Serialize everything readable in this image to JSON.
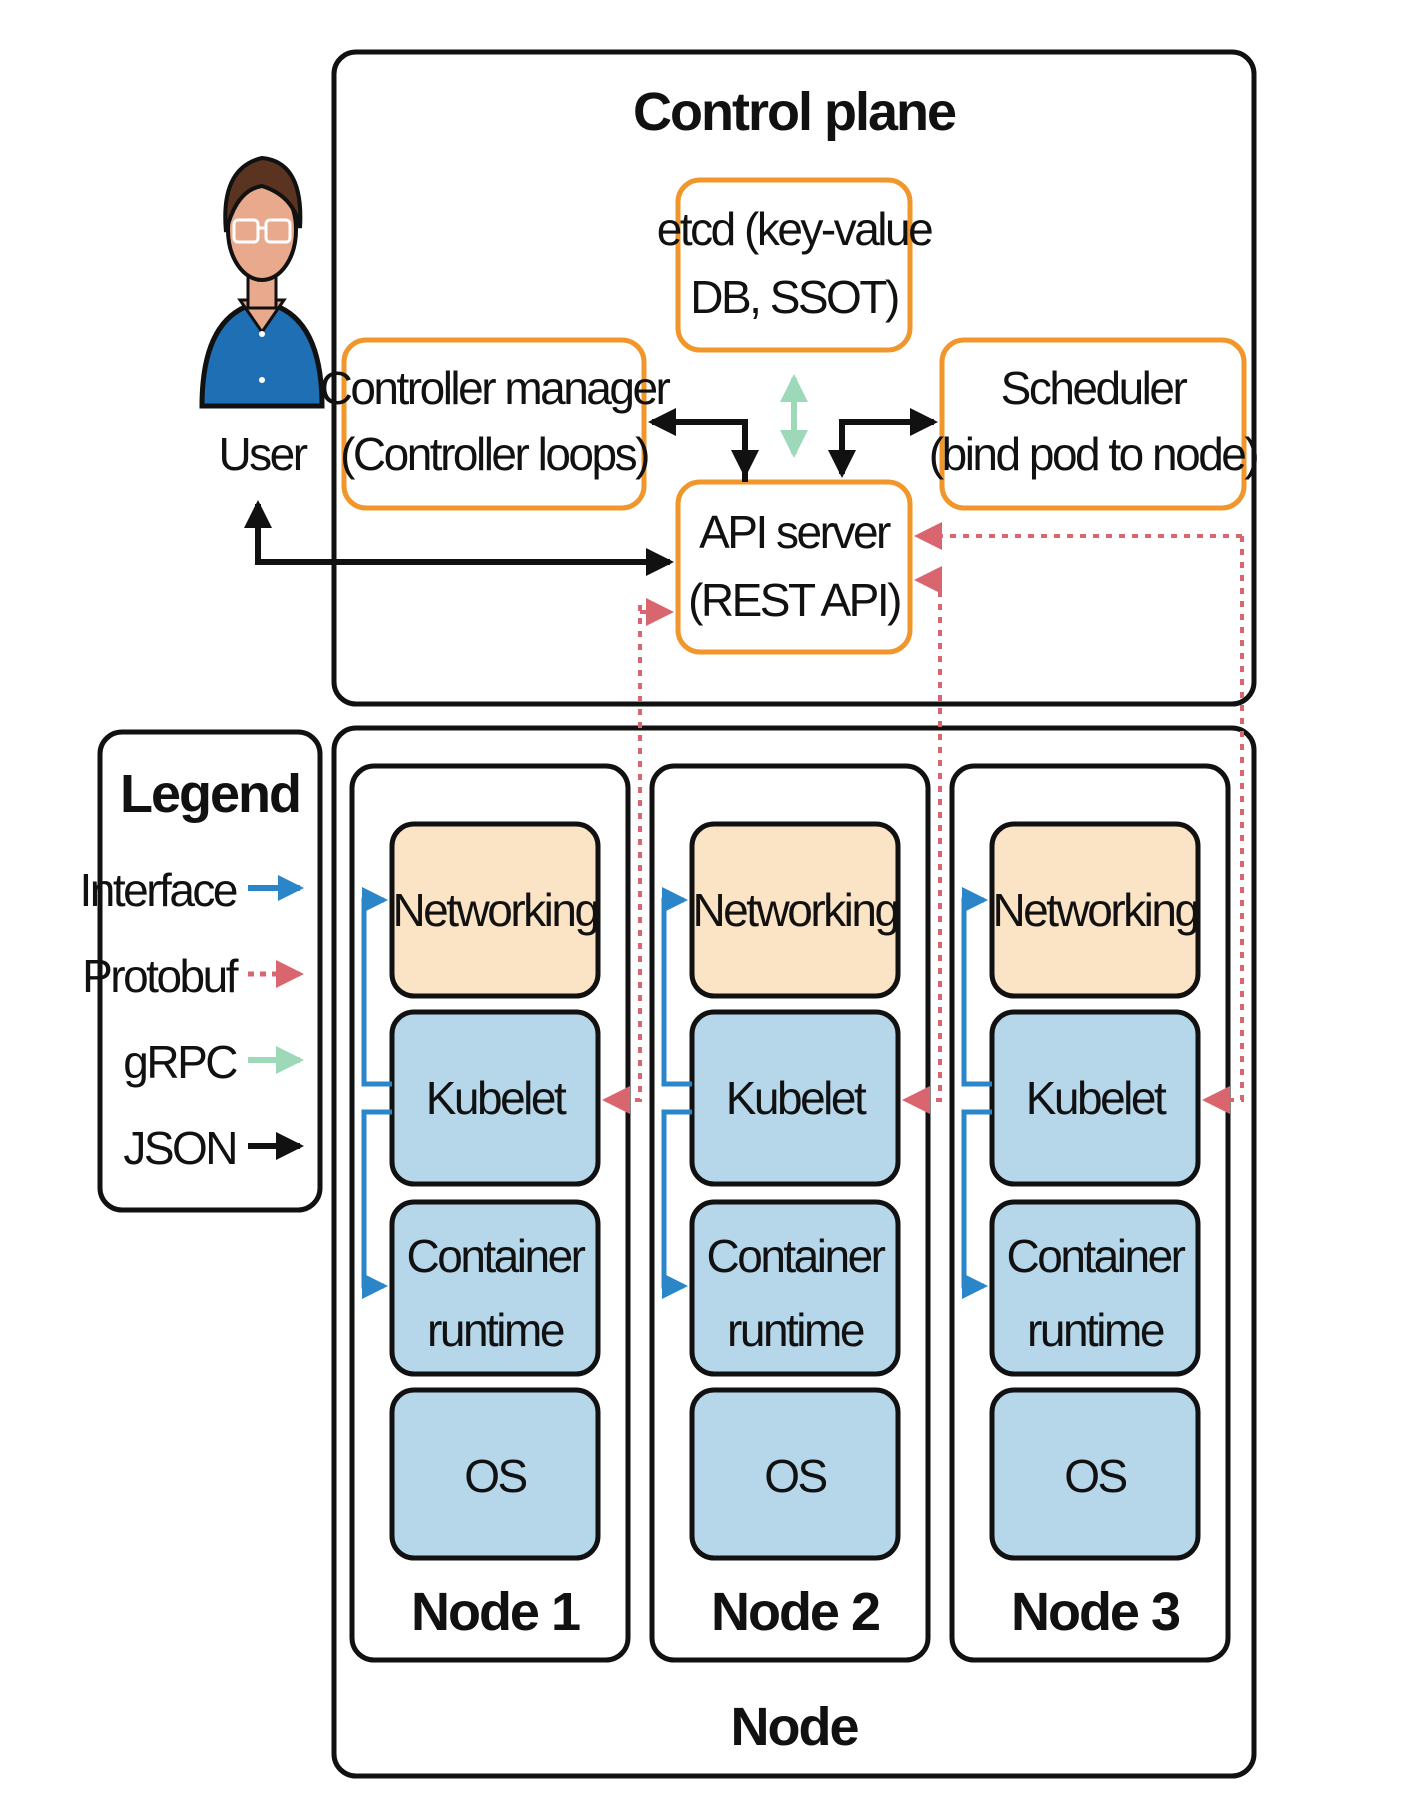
{
  "control_plane": {
    "title": "Control plane",
    "etcd": [
      "etcd (key-value",
      "DB, SSOT)"
    ],
    "controller_manager": [
      "Controller manager",
      "(Controller loops)"
    ],
    "scheduler": [
      "Scheduler",
      "(bind pod to node)"
    ],
    "api_server": [
      "API server",
      "(REST API)"
    ]
  },
  "user": {
    "label": "User"
  },
  "legend": {
    "title": "Legend",
    "items": [
      {
        "label": "Interface",
        "color": "#2a86c8",
        "style": "solid"
      },
      {
        "label": "Protobuf",
        "color": "#d9666f",
        "style": "dotted"
      },
      {
        "label": "gRPC",
        "color": "#9dd8b8",
        "style": "solid"
      },
      {
        "label": "JSON",
        "color": "#111111",
        "style": "solid"
      }
    ]
  },
  "node_section": {
    "title": "Node",
    "nodes": [
      {
        "name": "Node 1"
      },
      {
        "name": "Node 2"
      },
      {
        "name": "Node 3"
      }
    ],
    "components": {
      "networking": "Networking",
      "kubelet": "Kubelet",
      "container_runtime": [
        "Container",
        "runtime"
      ],
      "os": "OS"
    }
  },
  "colors": {
    "orange_border": "#f0962a",
    "peach_fill": "#fbe3c6",
    "blue_fill": "#b6d6ea",
    "interface": "#2a86c8",
    "protobuf": "#d9666f",
    "grpc": "#9dd8b8",
    "json": "#111111"
  }
}
